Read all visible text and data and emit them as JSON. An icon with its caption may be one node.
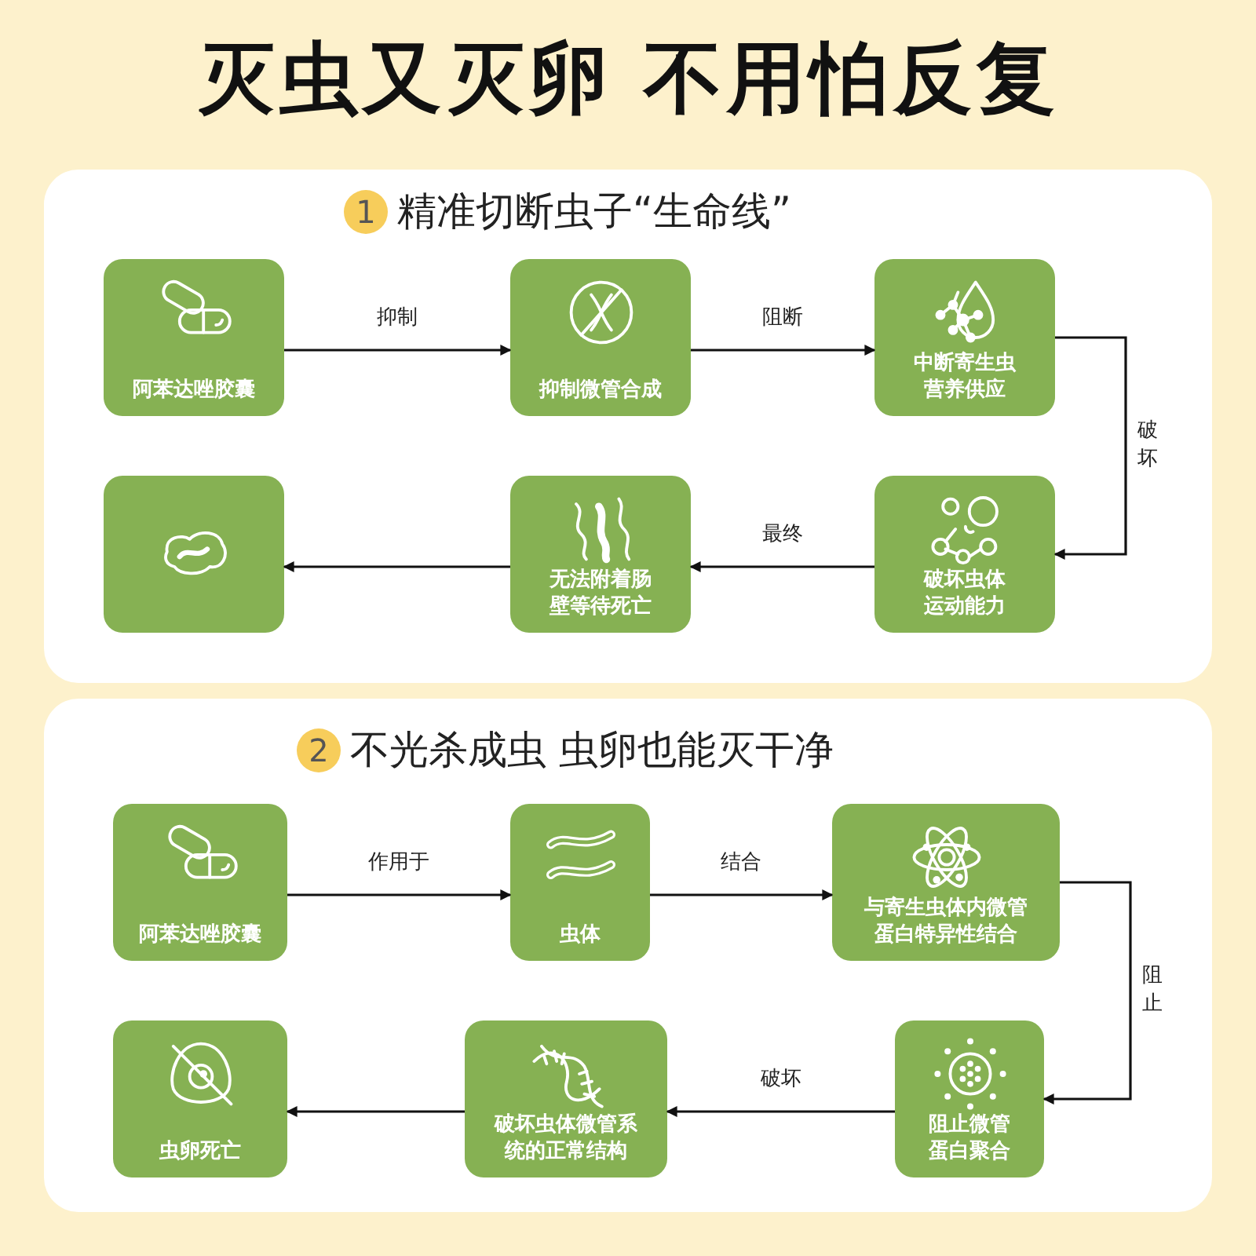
{
  "diagram": {
    "title": "灭虫又灭卵 不用怕反复",
    "nodes": [
      {
        "text": [
          "精准切断虫子“生命线”"
        ]
      },
      {
        "text": [
          "1"
        ],
        "in": 0
      },
      {
        "text": [
          "阿苯达唑胶囊"
        ],
        "in": 0
      },
      {
        "text": [
          "抑制微管合成"
        ],
        "in": 0
      },
      {
        "text": [
          "中断寄生虫营养供应"
        ],
        "in": 0
      },
      {
        "text": [],
        "shape": "box",
        "in": 0
      },
      {
        "text": [
          "无法附着肠壁等待死亡"
        ],
        "in": 0
      },
      {
        "text": [
          "破坏虫体运动能力"
        ],
        "in": 0
      },
      {
        "text": [
          "不光杀成虫 虫卵也能灭干净"
        ]
      },
      {
        "text": [
          "2"
        ],
        "in": 8
      },
      {
        "text": [
          "阿苯达唑胶囊"
        ],
        "in": 8
      },
      {
        "text": [
          "虫体"
        ],
        "in": 8
      },
      {
        "text": [
          "与寄生虫体内微管蛋白特异性结合"
        ],
        "in": 8
      },
      {
        "text": [
          "虫卵死亡"
        ],
        "in": 8
      },
      {
        "text": [
          "破坏虫体微管系统的正常结构"
        ],
        "in": 8
      },
      {
        "text": [
          "阻止微管蛋白聚合"
        ],
        "in": 8
      }
    ],
    "edges": [
      {
        "from": 2,
        "to": 3,
        "arrow": "to",
        "label": "抑制"
      },
      {
        "from": 3,
        "to": 4,
        "arrow": "to",
        "label": "阻断"
      },
      {
        "from": 4,
        "to": 7,
        "arrow": "to",
        "label": "破坏"
      },
      {
        "from": 7,
        "to": 6,
        "arrow": "to",
        "label": "最终"
      },
      {
        "from": 6,
        "to": 5,
        "arrow": "to"
      },
      {
        "from": 10,
        "to": 11,
        "arrow": "to",
        "label": "作用于"
      },
      {
        "from": 11,
        "to": 12,
        "arrow": "to",
        "label": "结合"
      },
      {
        "from": 12,
        "to": 15,
        "arrow": "to",
        "label": "阻止"
      },
      {
        "from": 15,
        "to": 14,
        "arrow": "to",
        "label": "破坏"
      },
      {
        "from": 14,
        "to": 13,
        "arrow": "to"
      }
    ]
  }
}
